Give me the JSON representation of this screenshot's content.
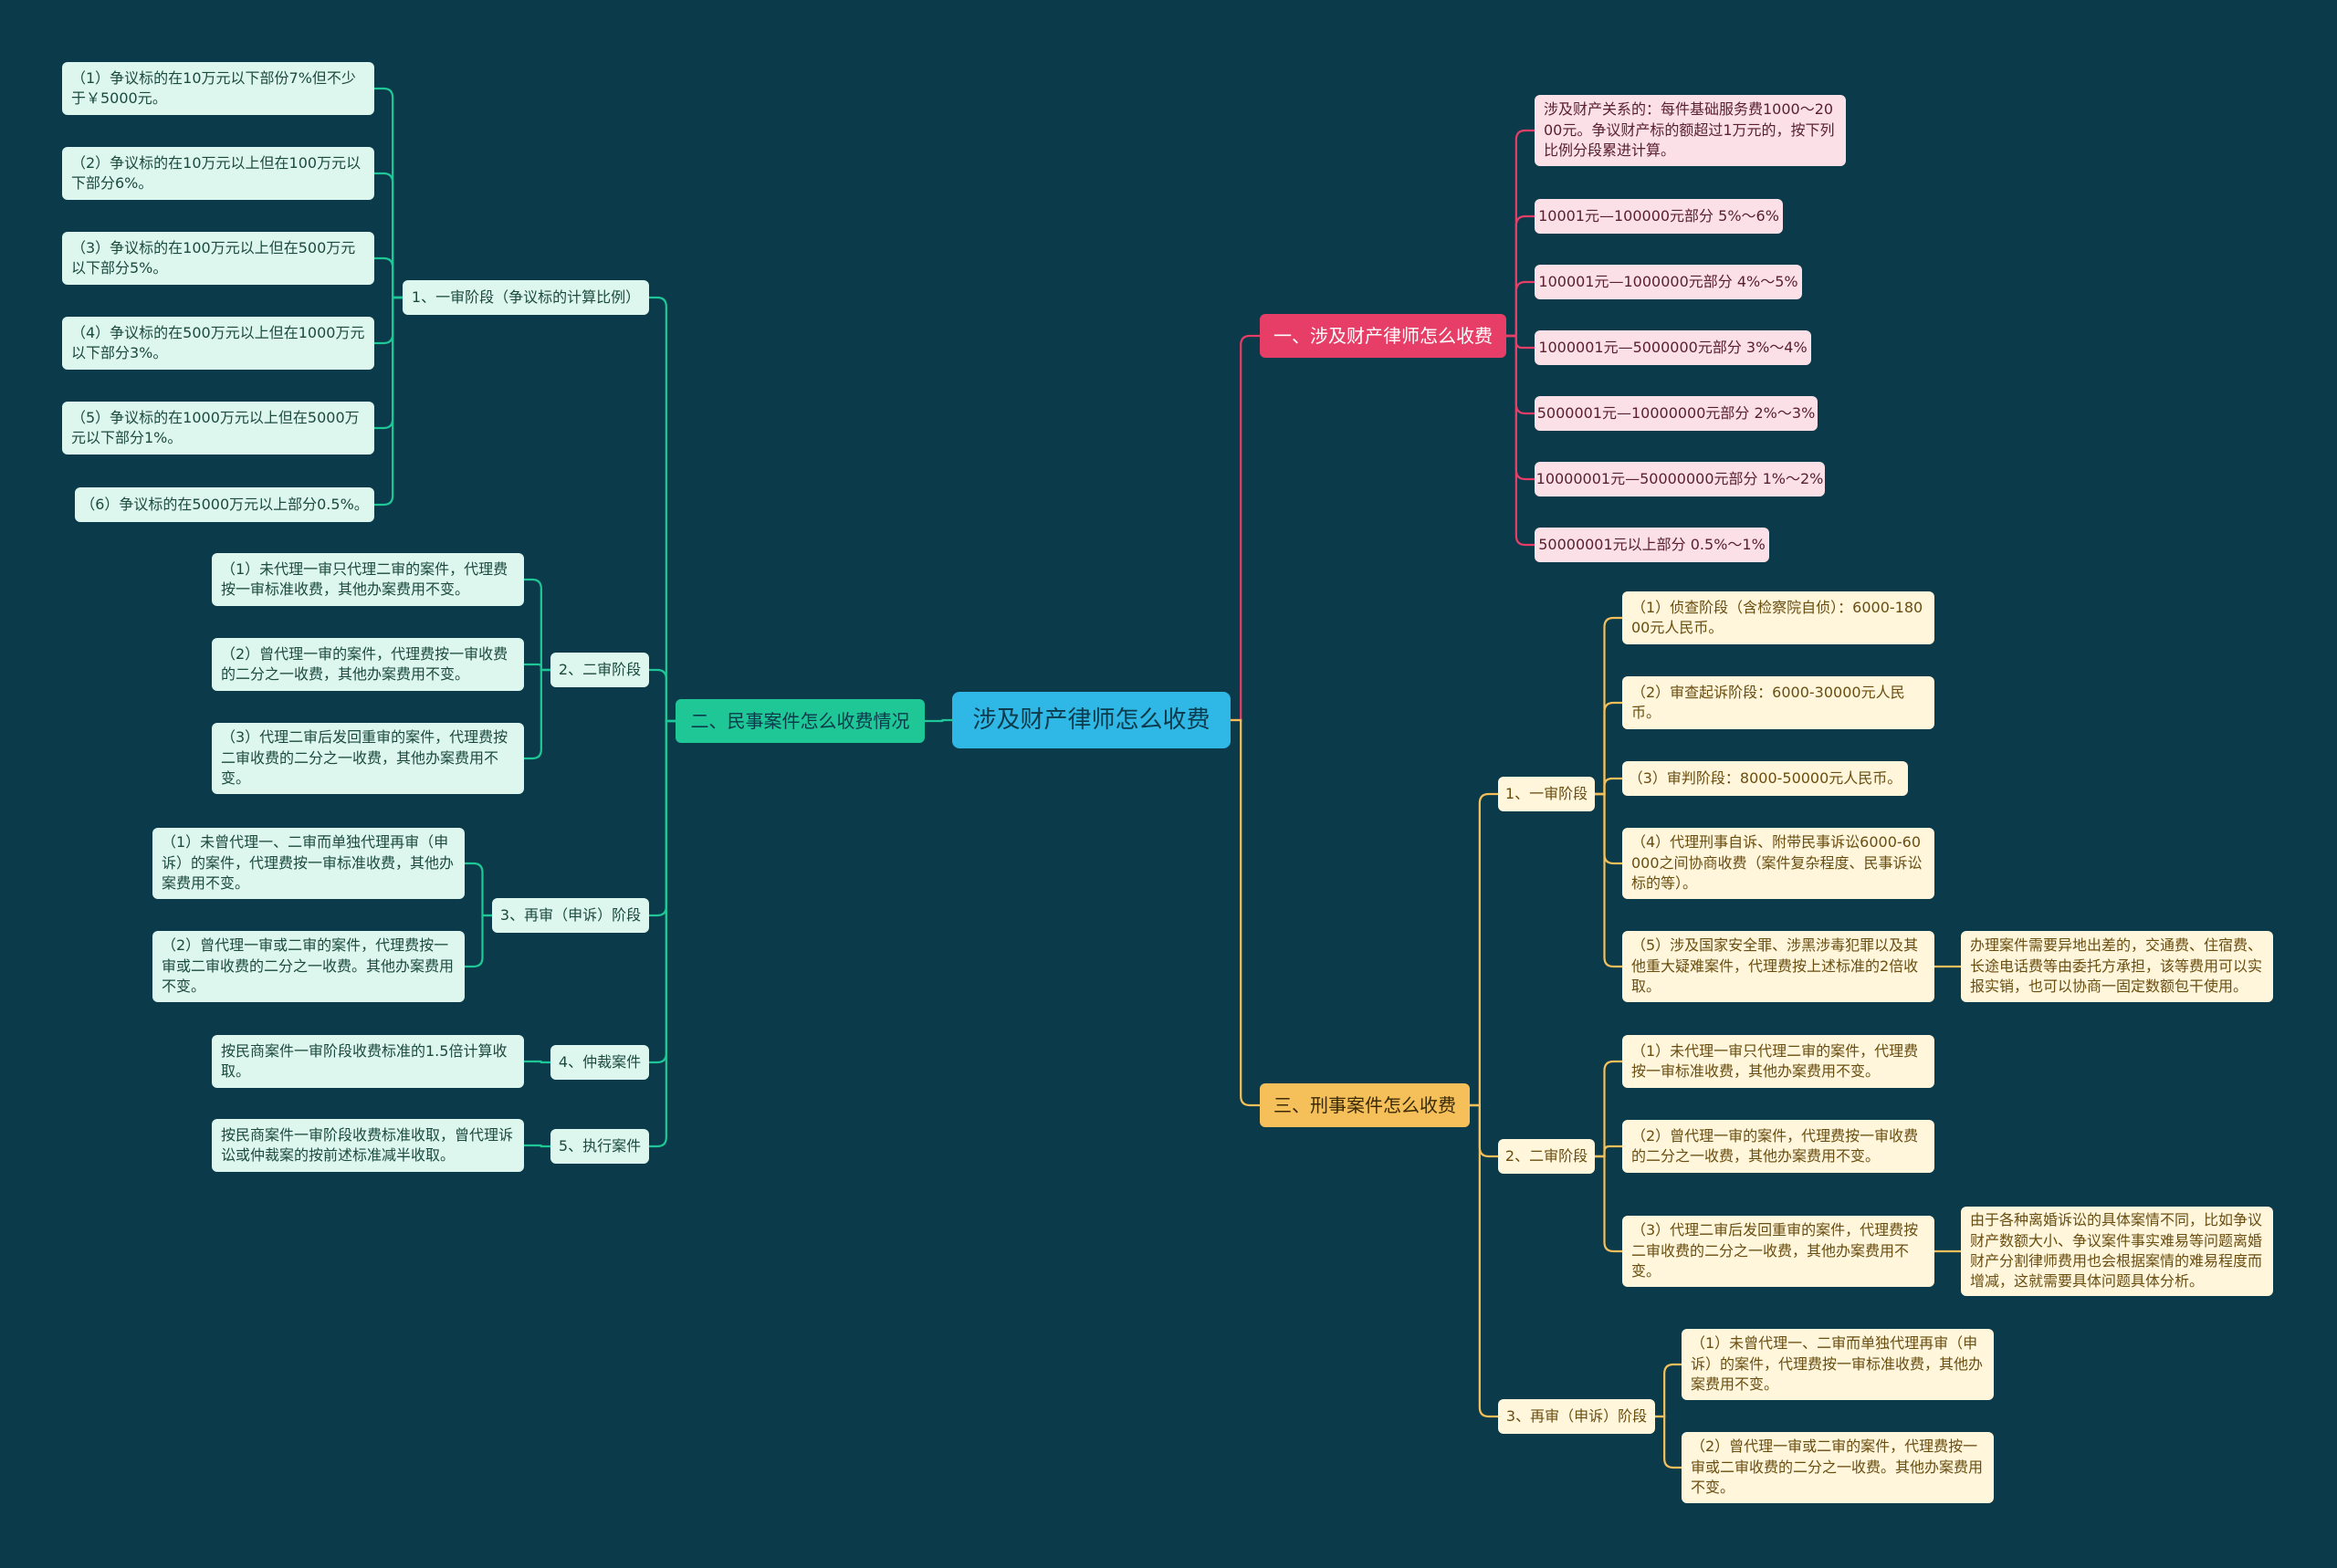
{
  "root": {
    "label": "涉及财产律师怎么收费"
  },
  "colors": {
    "background": "#0b3a4b",
    "root": "#2fb8e6",
    "branch_property": "#e63e66",
    "branch_civil": "#1fc797",
    "branch_criminal": "#f5c05a"
  },
  "branch_property": {
    "label": "一、涉及财产律师怎么收费",
    "items": [
      "涉及财产关系的：每件基础服务费1000～2000元。争议财产标的额超过1万元的，按下列比例分段累进计算。",
      "10001元—100000元部分 5%～6%",
      "100001元—1000000元部分 4%～5%",
      "1000001元—5000000元部分 3%～4%",
      "5000001元—10000000元部分 2%～3%",
      "10000001元—50000000元部分 1%～2%",
      "50000001元以上部分 0.5%～1%"
    ]
  },
  "branch_civil": {
    "label": "二、民事案件怎么收费情况",
    "groups": [
      {
        "label": "1、一审阶段（争议标的计算比例）",
        "items": [
          "（1）争议标的在10万元以下部份7%但不少于￥5000元。",
          "（2）争议标的在10万元以上但在100万元以下部分6%。",
          "（3）争议标的在100万元以上但在500万元以下部分5%。",
          "（4）争议标的在500万元以上但在1000万元以下部分3%。",
          "（5）争议标的在1000万元以上但在5000万元以下部分1%。",
          "（6）争议标的在5000万元以上部分0.5%。"
        ]
      },
      {
        "label": "2、二审阶段",
        "items": [
          "（1）未代理一审只代理二审的案件，代理费按一审标准收费，其他办案费用不变。",
          "（2）曾代理一审的案件，代理费按一审收费的二分之一收费，其他办案费用不变。",
          "（3）代理二审后发回重审的案件，代理费按二审收费的二分之一收费，其他办案费用不变。"
        ]
      },
      {
        "label": "3、再审（申诉）阶段",
        "items": [
          "（1）未曾代理一、二审而单独代理再审（申诉）的案件，代理费按一审标准收费，其他办案费用不变。",
          "（2）曾代理一审或二审的案件，代理费按一审或二审收费的二分之一收费。其他办案费用不变。"
        ]
      },
      {
        "label": "4、仲裁案件",
        "items": [
          "按民商案件一审阶段收费标准的1.5倍计算收取。"
        ]
      },
      {
        "label": "5、执行案件",
        "items": [
          "按民商案件一审阶段收费标准收取，曾代理诉讼或仲裁案的按前述标准减半收取。"
        ]
      }
    ]
  },
  "branch_criminal": {
    "label": "三、刑事案件怎么收费",
    "groups": [
      {
        "label": "1、一审阶段",
        "items": [
          "（1）侦查阶段（含检察院自侦）：6000-18000元人民币。",
          "（2）审查起诉阶段：6000-30000元人民币。",
          "（3）审判阶段：8000-50000元人民币。",
          "（4）代理刑事自诉、附带民事诉讼6000-60000之间协商收费（案件复杂程度、民事诉讼标的等）。",
          "（5）涉及国家安全罪、涉黑涉毒犯罪以及其他重大疑难案件，代理费按上述标准的2倍收取。"
        ],
        "note": "办理案件需要异地出差的，交通费、住宿费、长途电话费等由委托方承担，该等费用可以实报实销，也可以协商一固定数额包干使用。"
      },
      {
        "label": "2、二审阶段",
        "items": [
          "（1）未代理一审只代理二审的案件，代理费按一审标准收费，其他办案费用不变。",
          "（2）曾代理一审的案件，代理费按一审收费的二分之一收费，其他办案费用不变。",
          "（3）代理二审后发回重审的案件，代理费按二审收费的二分之一收费，其他办案费用不变。"
        ],
        "note": "由于各种离婚诉讼的具体案情不同，比如争议财产数额大小、争议案件事实难易等问题离婚财产分割律师费用也会根据案情的难易程度而增减，这就需要具体问题具体分析。"
      },
      {
        "label": "3、再审（申诉）阶段",
        "items": [
          "（1）未曾代理一、二审而单独代理再审（申诉）的案件，代理费按一审标准收费，其他办案费用不变。",
          "（2）曾代理一审或二审的案件，代理费按一审或二审收费的二分之一收费。其他办案费用不变。"
        ]
      }
    ]
  }
}
